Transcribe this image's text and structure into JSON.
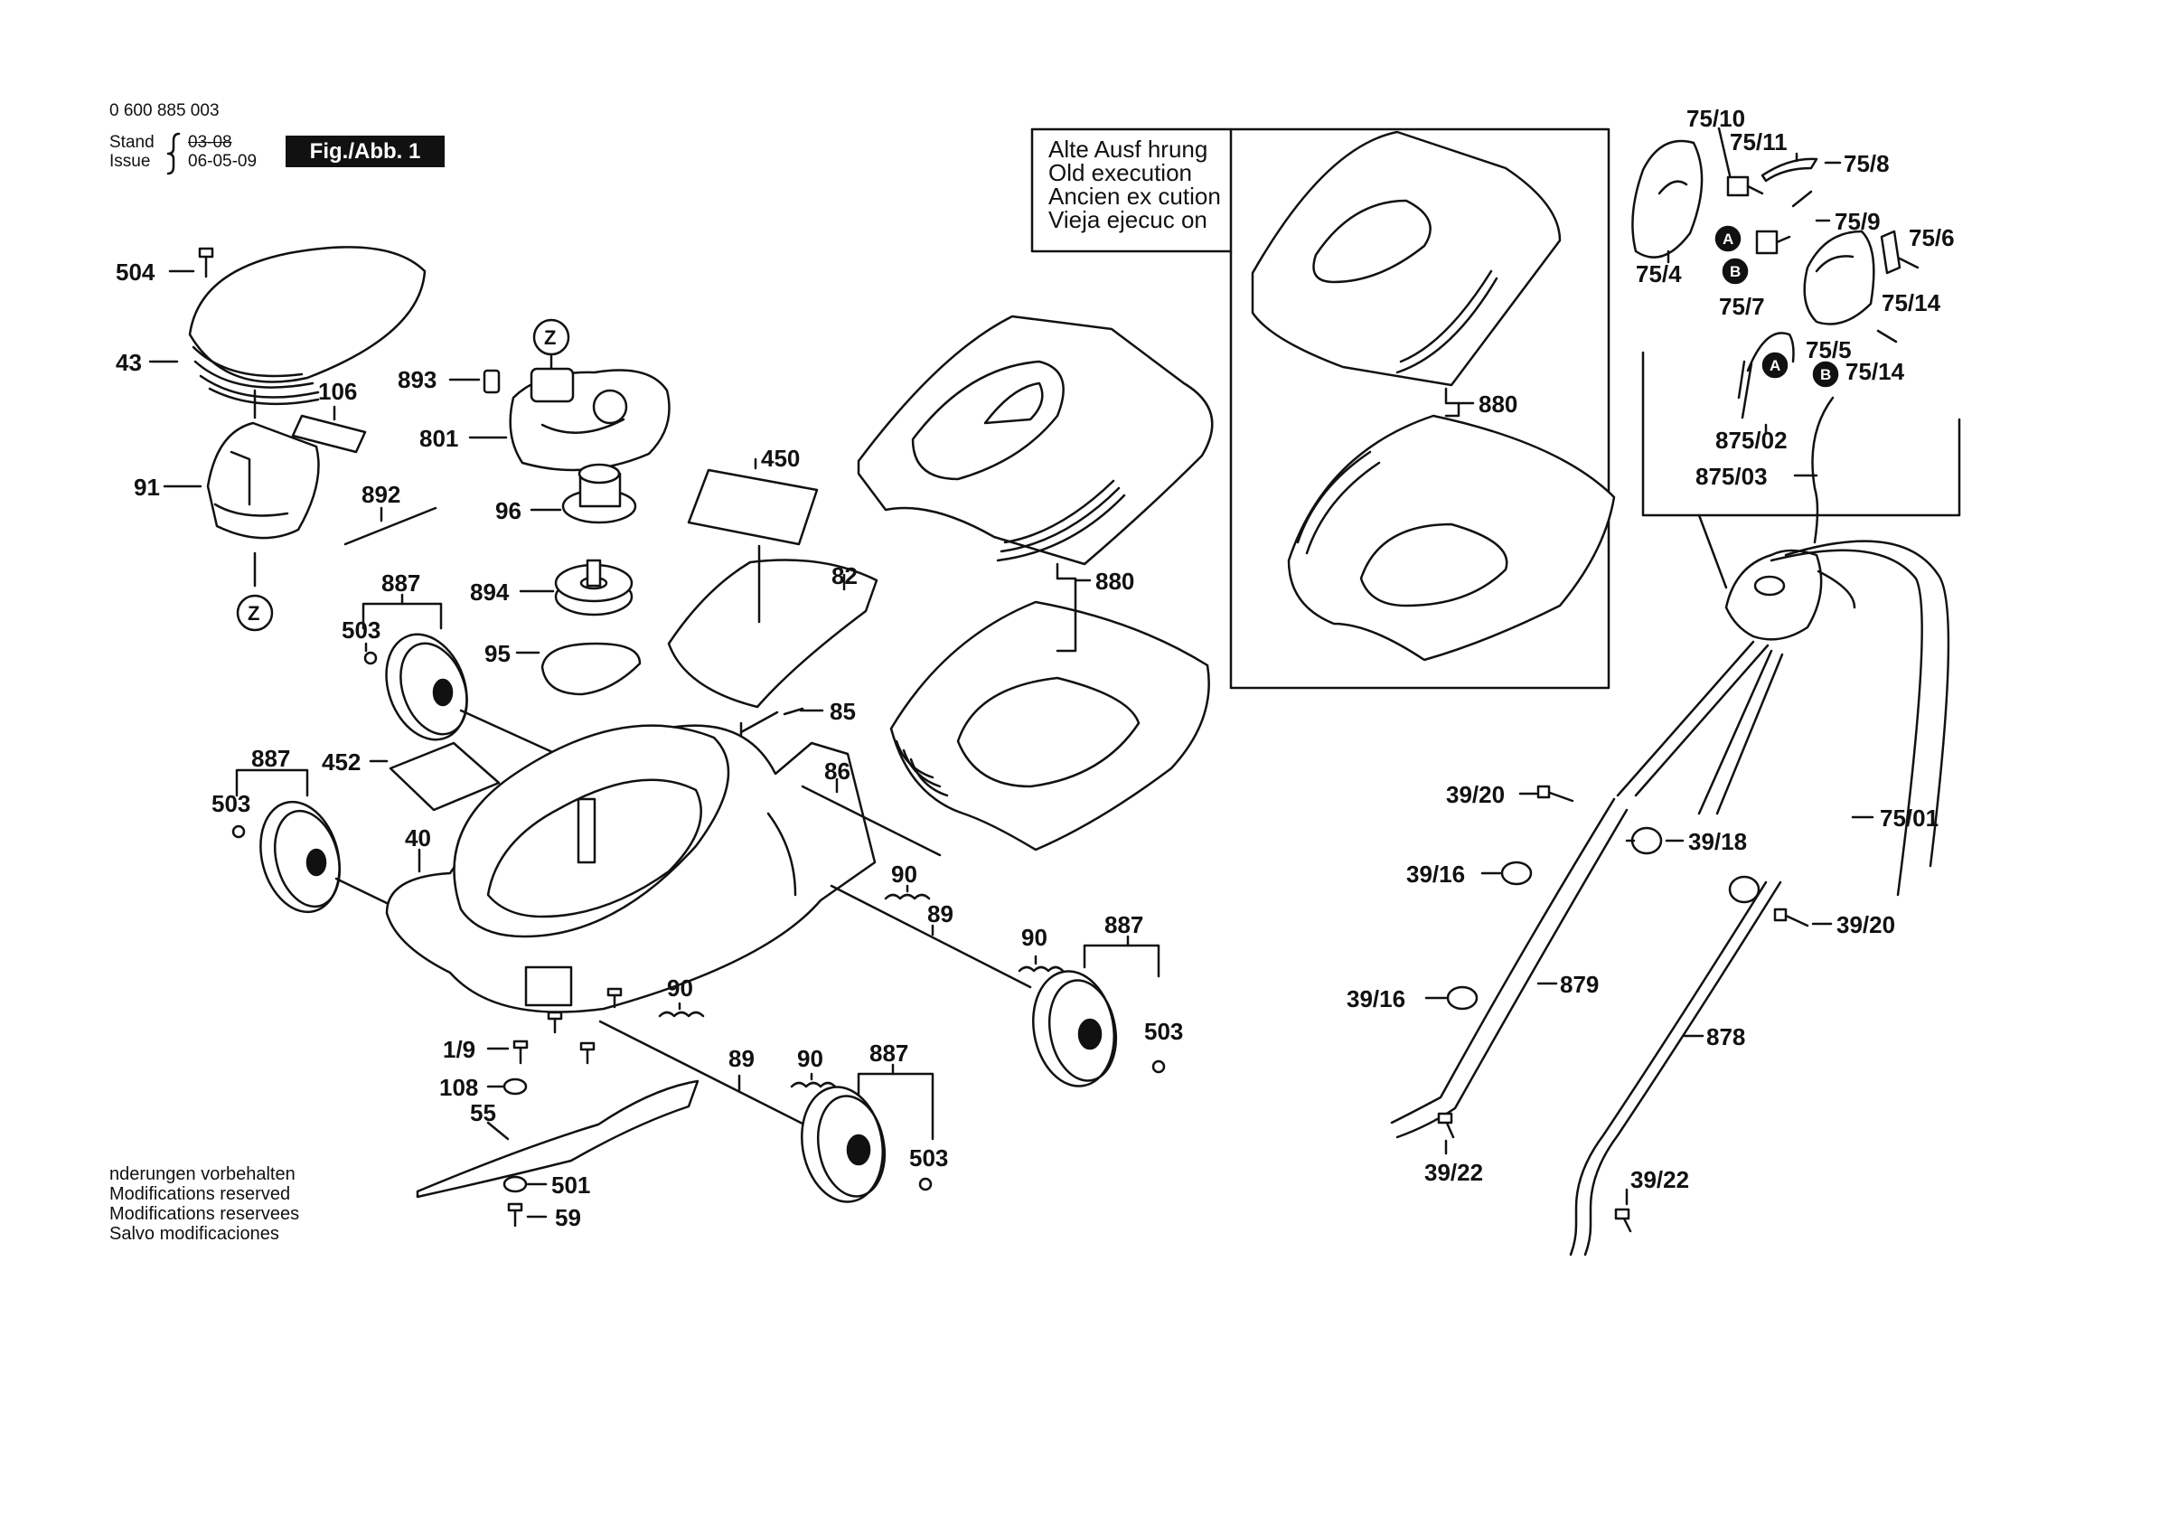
{
  "header": {
    "doc_number": "0 600 885 003",
    "stand_label": "Stand",
    "issue_label": "Issue",
    "stand_date_struck": "03-08",
    "issue_date": "06-05-09",
    "figure_label": "Fig./Abb. 1"
  },
  "old_execution_box": {
    "lines": [
      "Alte Ausf hrung",
      "Old execution",
      "Ancien ex cution",
      "Vieja ejecuc on"
    ]
  },
  "modifications_note": {
    "lines": [
      "nderungen vorbehalten",
      "Modifications reserved",
      "Modifications reservees",
      "Salvo modificaciones"
    ]
  },
  "callouts": {
    "c504": "504",
    "c43": "43",
    "c106": "106",
    "c91": "91",
    "cZ1": "Z",
    "cZ2": "Z",
    "c893": "893",
    "c801": "801",
    "c96": "96",
    "c894": "894",
    "c95": "95",
    "c892": "892",
    "c887a": "887",
    "c503a": "503",
    "c887b": "887",
    "c503b": "503",
    "c452": "452",
    "c40": "40",
    "c450": "450",
    "c82": "82",
    "c85": "85",
    "c86": "86",
    "c90a": "90",
    "c89a": "89",
    "c90b": "90",
    "c887c": "887",
    "c503c": "503",
    "c90c": "90",
    "c89b": "89",
    "c90d": "90",
    "c887d": "887",
    "c503d": "503",
    "c1_9": "1/9",
    "c108": "108",
    "c55": "55",
    "c501": "501",
    "c59": "59",
    "c880a": "880",
    "c880b": "880",
    "c75_10": "75/10",
    "c75_11": "75/11",
    "c75_8": "75/8",
    "c75_9": "75/9",
    "c75_6": "75/6",
    "c75_4": "75/4",
    "c75_7": "75/7",
    "c75_14a": "75/14",
    "c75_5": "75/5",
    "c75_14b": "75/14",
    "c875_02": "875/02",
    "c875_03": "875/03",
    "cA1": "A",
    "cB1": "B",
    "cA2": "A",
    "cB2": "B",
    "c39_20a": "39/20",
    "c39_18": "39/18",
    "c75_01": "75/01",
    "c39_16a": "39/16",
    "c39_20b": "39/20",
    "c39_16b": "39/16",
    "c879": "879",
    "c878": "878",
    "c39_22a": "39/22",
    "c39_22b": "39/22"
  }
}
